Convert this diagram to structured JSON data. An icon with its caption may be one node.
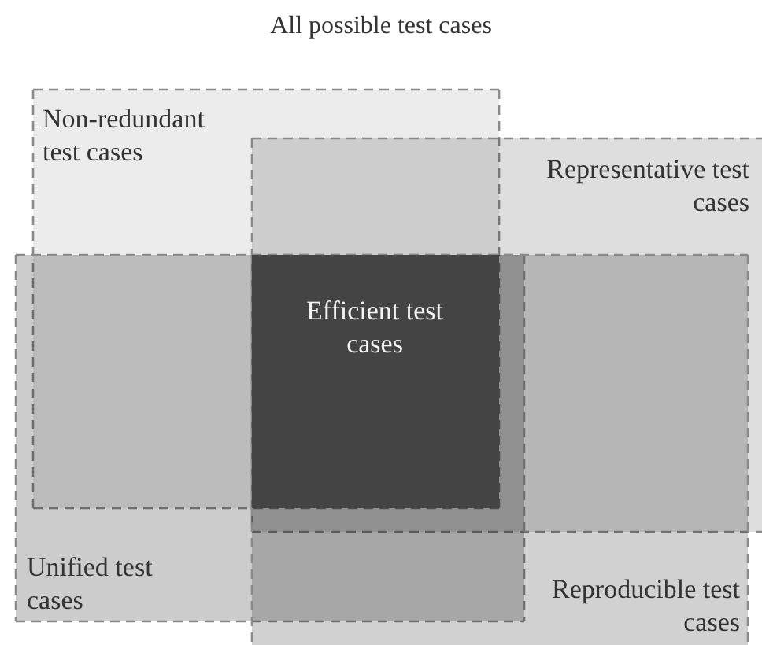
{
  "diagram": {
    "title": "All possible test cases",
    "nodes": [
      {
        "text": [
          "Non-redundant test cases"
        ]
      },
      {
        "text": [
          "Representative test cases"
        ]
      },
      {
        "text": [
          "Efficient test cases"
        ]
      },
      {
        "text": [
          "Unified test cases"
        ]
      },
      {
        "text": [
          "Reproducible test cases"
        ]
      }
    ]
  }
}
